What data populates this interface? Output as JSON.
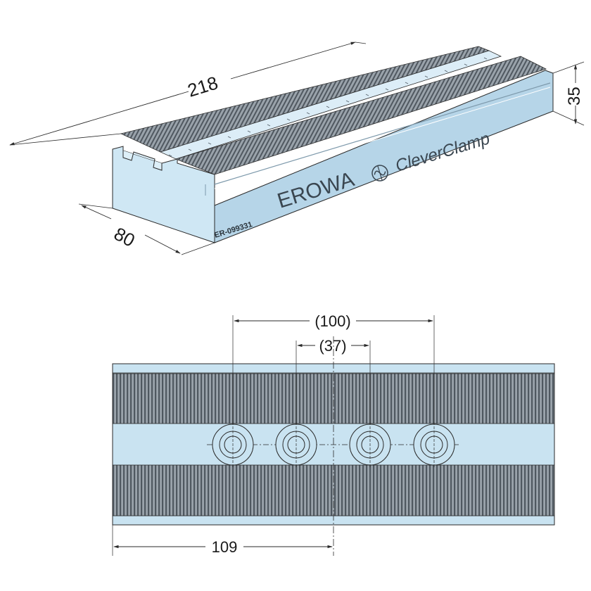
{
  "iso_view": {
    "dim_length": "218",
    "dim_width": "80",
    "dim_height": "35",
    "brand_name": "EROWA",
    "product_name": "CleverClamp",
    "part_number": "ER-099331"
  },
  "top_view": {
    "dim_outer_spacing": "(100)",
    "dim_inner_spacing": "(37)",
    "dim_offset": "109"
  },
  "colors": {
    "body": "#c9e3f1",
    "body_side": "#b4d3e6",
    "serration_dark": "#5a636b",
    "serration_light": "#a9b2ba",
    "line": "#2a2a2a"
  }
}
